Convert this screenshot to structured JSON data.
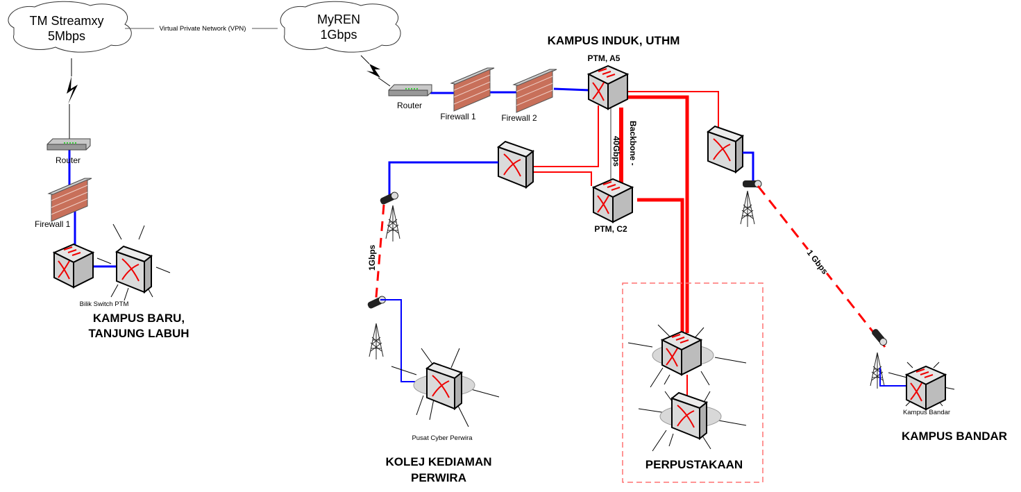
{
  "clouds": {
    "tm": {
      "line1": "TM Streamxy",
      "line2": "5Mbps"
    },
    "myren": {
      "line1": "MyREN",
      "line2": "1Gbps"
    }
  },
  "vpn_label": "Virtual Private Network (VPN)",
  "kampus_baru": {
    "router_label": "Router",
    "firewall_label": "Firewall 1",
    "switch_label": "Bilik Switch PTM",
    "site_line1": "KAMPUS BARU,",
    "site_line2": "TANJUNG LABUH"
  },
  "kampus_induk": {
    "title": "KAMPUS INDUK, UTHM",
    "router_label": "Router",
    "firewall1_label": "Firewall 1",
    "firewall2_label": "Firewall 2",
    "core_a5_label": "PTM, A5",
    "core_c2_label": "PTM, C2",
    "backbone_label": "Backbone -",
    "backbone_speed": "40Gbps"
  },
  "kolej": {
    "link_label": "1Gbps",
    "switch_label": "Pusat Cyber Perwira",
    "site_line1": "KOLEJ KEDIAMAN",
    "site_line2": "PERWIRA"
  },
  "perpustakaan": {
    "site": "PERPUSTAKAAN"
  },
  "bandar": {
    "link_label": "1 Gbps",
    "switch_label": "Kampus Bandar",
    "site": "KAMPUS BANDAR"
  },
  "colors": {
    "link_blue": "#0000ff",
    "link_red": "#ff0000",
    "dash_box": "#ff7070"
  }
}
